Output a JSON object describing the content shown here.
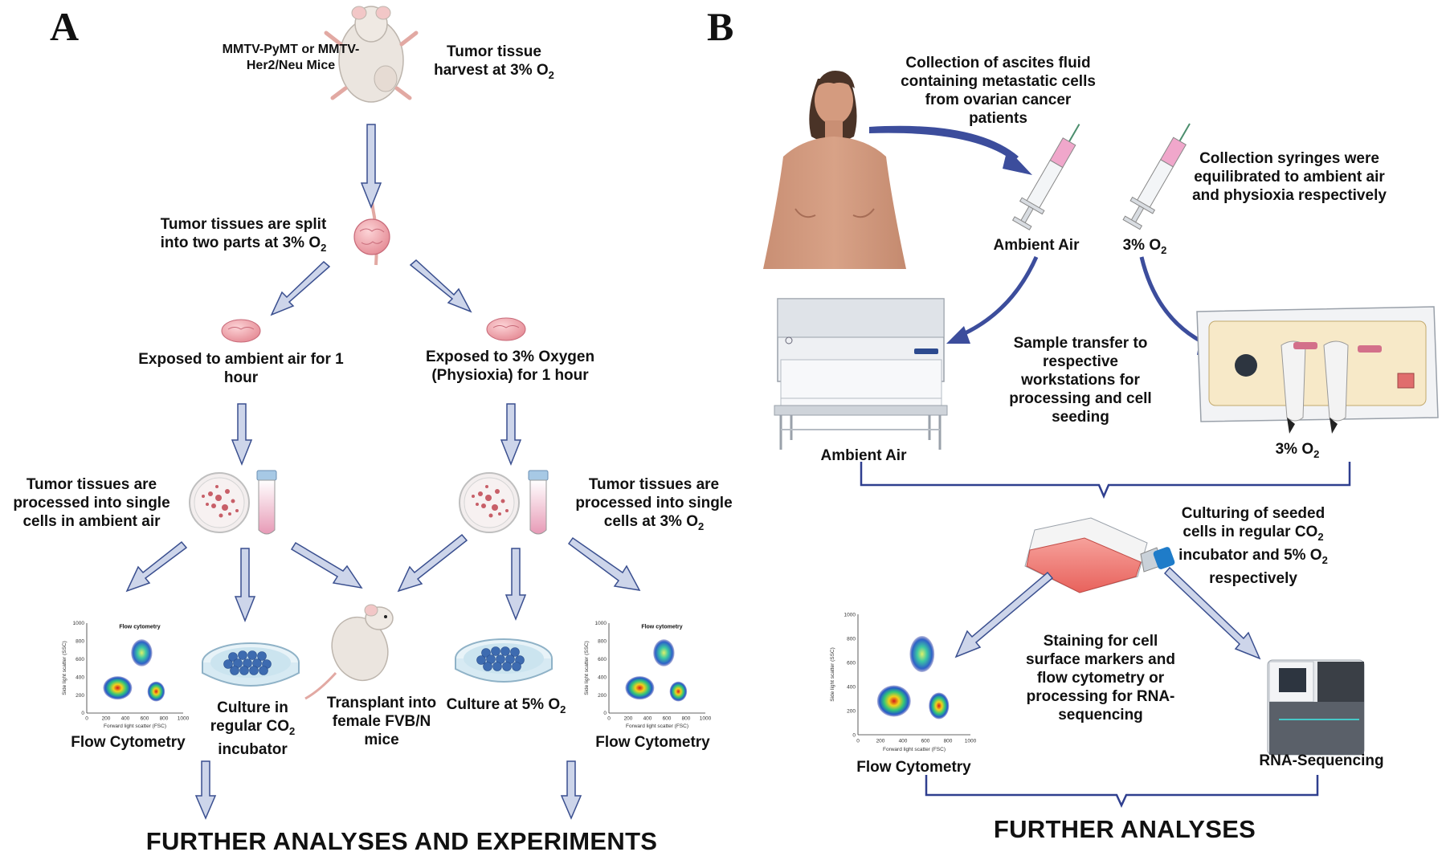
{
  "panelA": {
    "letter": "A",
    "mice_label": "MMTV-PyMT or MMTV-Her2/Neu Mice",
    "harvest": [
      "Tumor tissue",
      "harvest  at 3% O",
      "2"
    ],
    "split": [
      "Tumor tissues are split",
      "into two parts at 3% O",
      "2"
    ],
    "ambient_exposure": "Exposed to ambient air for 1 hour",
    "oxygen_exposure": "Exposed to 3% Oxygen (Physioxia) for 1 hour",
    "processed_ambient": "Tumor tissues are processed into single cells in ambient air",
    "processed_o2": [
      "Tumor tissues are processed into single",
      "cells at 3% O",
      "2"
    ],
    "flow_left": "Flow Cytometry",
    "culture_regular": [
      "Culture in",
      "regular CO",
      "2",
      "incubator"
    ],
    "transplant": "Transplant into female FVB/N mice",
    "culture_5": [
      "Culture at 5% O",
      "2"
    ],
    "flow_right": "Flow Cytometry",
    "further": "FURTHER ANALYSES AND EXPERIMENTS"
  },
  "panelB": {
    "letter": "B",
    "collection": "Collection of ascites fluid containing metastatic cells from ovarian cancer patients",
    "syringes": "Collection syringes were equilibrated to ambient air and physioxia respectively",
    "ambient_air_syringe": "Ambient Air",
    "o2_syringe": [
      "3% O",
      "2"
    ],
    "sample_transfer": "Sample transfer to respective workstations for processing and cell seeding",
    "ambient_air_hood": "Ambient Air",
    "o2_chamber": [
      "3% O",
      "2"
    ],
    "culturing": [
      "Culturing of seeded",
      "cells in regular CO",
      "2",
      "incubator and 5% O",
      "2",
      "respectively"
    ],
    "staining": "Staining for cell surface markers and flow cytometry or processing for RNA-sequencing",
    "flow": "Flow Cytometry",
    "rna": "RNA-Sequencing",
    "further": "FURTHER ANALYSES"
  },
  "flow_plot": {
    "title": "Flow cytometry",
    "xlabel": "Forward light scatter (FSC)",
    "ylabel": "Side light scatter (SSC)",
    "ticks": [
      "0",
      "200",
      "400",
      "600",
      "800",
      "1000"
    ]
  },
  "colors": {
    "arrow_fill": "#cdd5ea",
    "arrow_stroke": "#3a4f8f",
    "curve": "#3c4d9c",
    "bracket": "#2f3f8f",
    "tissue": "#f2a2aa",
    "dish_cells": "#3d6bb0",
    "flask_media": "#f07c74"
  }
}
